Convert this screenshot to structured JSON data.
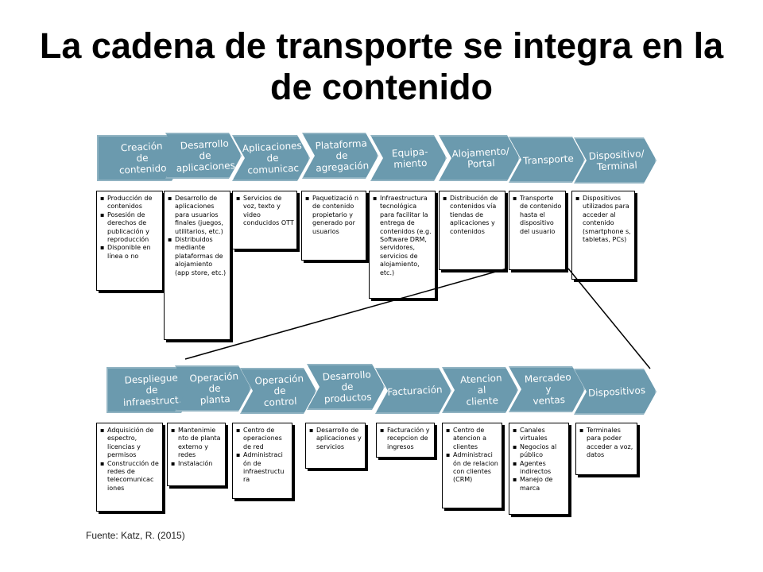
{
  "title": "La cadena de transporte se integra en la de contenido",
  "source": "Fuente: Katz, R. (2015)",
  "colors": {
    "chevron": "#6b9aae",
    "chevron_text": "#ffffff",
    "box_border": "#000000"
  },
  "row1": {
    "stages": [
      "Creación\nde\ncontenido",
      "Desarrollo\nde\naplicaciones",
      "Aplicaciones\nde\ncomunicac",
      "Plataforma\nde\nagregación",
      "Equipa-\nmiento",
      "Alojamento/\nPortal",
      "Transporte",
      "Dispositivo/\nTerminal"
    ],
    "boxes": [
      [
        "Producción de contenidos",
        "Posesión de derechos de publicación y reproducción",
        "Disponible en línea o no"
      ],
      [
        "Desarrollo de aplicaciones para usuarios finales (juegos, utilitarios, etc.)",
        "Distribuidos mediante plataformas de alojamiento (app store, etc.)"
      ],
      [
        "Servicios de voz, texto y video conducidos OTT"
      ],
      [
        "Paquetizació n de contenido propietario y generado por usuarios"
      ],
      [
        "Infraestructura tecnológica para facilitar la entrega de contenidos (e.g. Software DRM, servidores, servicios de alojamiento, etc.)"
      ],
      [
        "Distribución de contenidos vía tiendas de aplicaciones y contenidos"
      ],
      [
        "Transporte de contenido hasta el dispositivo del usuario"
      ],
      [
        "Dispositivos utilizados para acceder al contenido (smartphone s, tabletas, PCs)"
      ]
    ]
  },
  "row2": {
    "stages": [
      "Despliegue\nde\ninfraestruct.",
      "Operación\nde\nplanta",
      "Operación\nde\ncontrol",
      "Desarrollo\nde\nproductos",
      "Facturación",
      "Atencion\nal\ncliente",
      "Mercadeo\ny\nventas",
      "Dispositivos"
    ],
    "boxes": [
      [
        "Adquisición de espectro, licencias y permisos",
        "Construcción de redes de telecomunicac iones"
      ],
      [
        "Mantenimie nto de planta externo y redes",
        "Instalación"
      ],
      [
        "Centro de operaciones de red",
        "Administraci ón de infraestructu ra"
      ],
      [
        "Desarrollo de aplicaciones y servicios"
      ],
      [
        "Facturación y recepcion de ingresos"
      ],
      [
        "Centro de atencion a clientes",
        "Administraci ón de relacion con clientes (CRM)"
      ],
      [
        "Canales virtuales",
        "Negocios al público",
        "Agentes indirectos",
        "Manejo de marca"
      ],
      [
        "Terminales para poder acceder a voz, datos"
      ]
    ]
  }
}
